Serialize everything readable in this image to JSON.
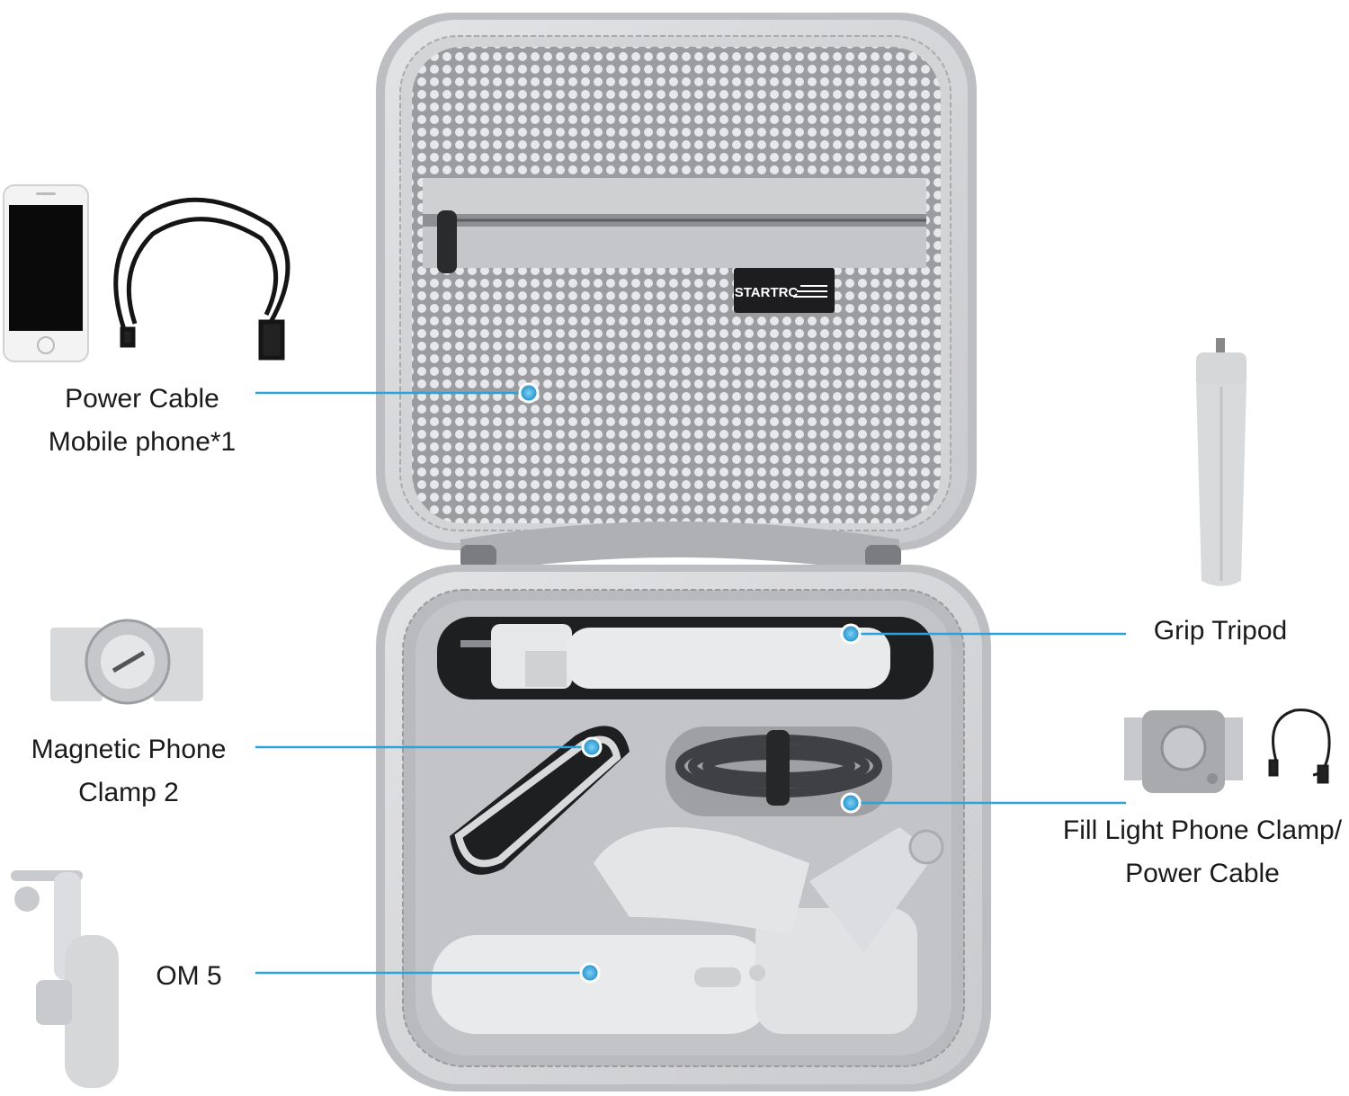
{
  "brand": {
    "logo_text": "STARTRC"
  },
  "callouts": {
    "power_cable_mobile": {
      "line1": "Power Cable",
      "line2": "Mobile phone*1"
    },
    "grip_tripod": {
      "line1": "Grip Tripod"
    },
    "magnetic_clamp": {
      "line1": "Magnetic Phone",
      "line2": "Clamp 2"
    },
    "fill_light": {
      "line1": "Fill Light Phone Clamp/",
      "line2": "Power Cable"
    },
    "om5": {
      "line1": "OM 5"
    }
  },
  "colors": {
    "callout_line": "#2aa3dc",
    "case_shell": "#d8d9db",
    "case_inner": "#bfc1c4",
    "mesh": "#8e9093",
    "accessory": "#e4e5e6"
  },
  "icons": [
    "phone-icon",
    "usb-cable-icon",
    "tripod-icon",
    "magnetic-clamp-icon",
    "fill-light-clamp-icon",
    "gimbal-icon"
  ]
}
